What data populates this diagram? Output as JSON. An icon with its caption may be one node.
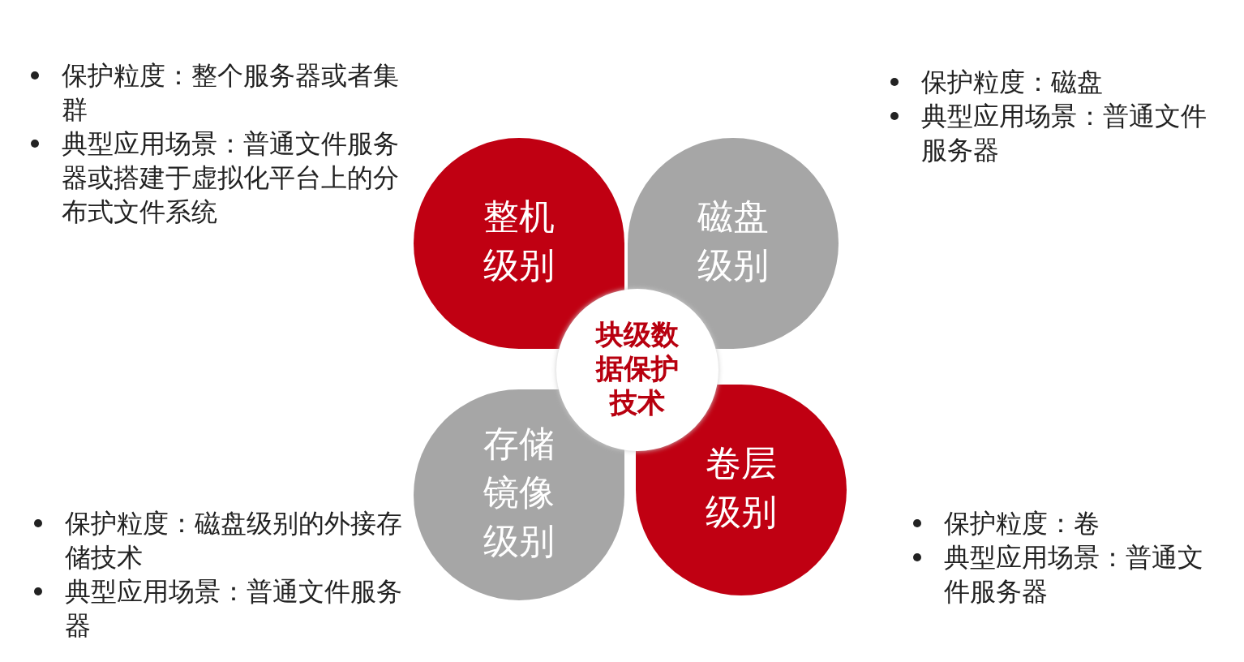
{
  "diagram": {
    "nodes": [
      {
        "text": [
          "块级数据保护技术"
        ]
      },
      {
        "text": [
          "整机级别"
        ],
        "beside": [
          "保护粒度：整个服务器或者集群",
          "典型应用场景：普通文件服务器或搭建于虚拟化平台上的分布式文件系统"
        ]
      },
      {
        "text": [
          "磁盘级别"
        ],
        "beside": [
          "保护粒度：磁盘",
          "典型应用场景：普通文件服务器"
        ]
      },
      {
        "text": [
          "存储镜像级别"
        ],
        "beside": [
          "保护粒度：磁盘级别的外接存储技术",
          "典型应用场景：普通文件服务器"
        ]
      },
      {
        "text": [
          "卷层级别"
        ],
        "beside": [
          "保护粒度：卷",
          "典型应用场景：普通文件服务器"
        ]
      }
    ]
  }
}
